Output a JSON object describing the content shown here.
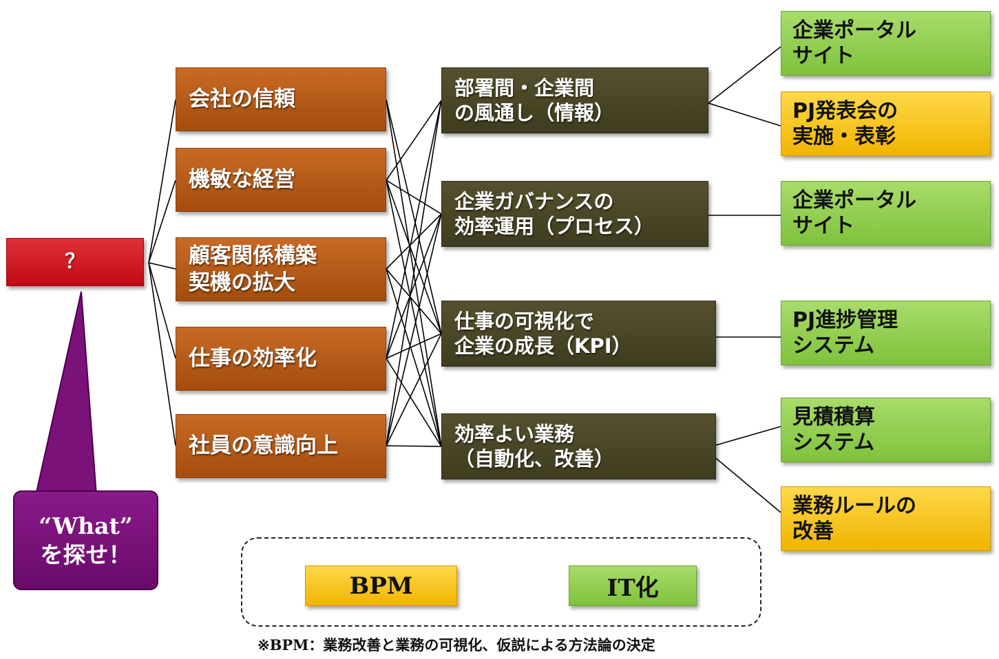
{
  "root": {
    "label": "？"
  },
  "callout": {
    "line1": "“What”",
    "line2": "を探せ！"
  },
  "purposes": [
    {
      "id": "p1",
      "label": "会社の信頼"
    },
    {
      "id": "p2",
      "label": "機敏な経営"
    },
    {
      "id": "p3",
      "label": "顧客関係構築\n契機の拡大"
    },
    {
      "id": "p4",
      "label": "仕事の効率化"
    },
    {
      "id": "p5",
      "label": "社員の意識向上"
    }
  ],
  "means": [
    {
      "id": "m1",
      "label": "部署間・企業間\nの風通し（情報）"
    },
    {
      "id": "m2",
      "label": "企業ガバナンスの\n効率運用（プロセス）"
    },
    {
      "id": "m3",
      "label": "仕事の可視化で\n企業の成長（KPI）"
    },
    {
      "id": "m4",
      "label": "効率よい業務\n（自動化、改善）"
    }
  ],
  "solutions": [
    {
      "id": "s1",
      "label": "企業ポータル\nサイト",
      "category": "IT化"
    },
    {
      "id": "s2",
      "label": "PJ発表会の\n実施・表彰",
      "category": "BPM"
    },
    {
      "id": "s3",
      "label": "企業ポータル\nサイト",
      "category": "IT化"
    },
    {
      "id": "s4",
      "label": "PJ進捗管理\nシステム",
      "category": "IT化"
    },
    {
      "id": "s5",
      "label": "見積積算\nシステム",
      "category": "IT化"
    },
    {
      "id": "s6",
      "label": "業務ルールの\n改善",
      "category": "BPM"
    }
  ],
  "links": {
    "purpose_to_means": [
      [
        "p1",
        "m3"
      ],
      [
        "p1",
        "m4"
      ],
      [
        "p2",
        "m1"
      ],
      [
        "p2",
        "m2"
      ],
      [
        "p2",
        "m3"
      ],
      [
        "p2",
        "m4"
      ],
      [
        "p3",
        "m2"
      ],
      [
        "p3",
        "m3"
      ],
      [
        "p3",
        "m4"
      ],
      [
        "p4",
        "m1"
      ],
      [
        "p4",
        "m2"
      ],
      [
        "p4",
        "m3"
      ],
      [
        "p4",
        "m4"
      ],
      [
        "p5",
        "m1"
      ],
      [
        "p5",
        "m2"
      ],
      [
        "p5",
        "m3"
      ],
      [
        "p5",
        "m4"
      ]
    ],
    "means_to_solutions": [
      [
        "m1",
        "s1"
      ],
      [
        "m1",
        "s2"
      ],
      [
        "m2",
        "s3"
      ],
      [
        "m3",
        "s4"
      ],
      [
        "m4",
        "s5"
      ],
      [
        "m4",
        "s6"
      ]
    ]
  },
  "legend": {
    "bpm_label": "BPM",
    "it_label": "IT化"
  },
  "footnote": "※BPM：業務改善と業務の可視化、仮説による方法論の決定",
  "colors": {
    "root": "#d01820",
    "purpose": "#b5581a",
    "means": "#4a4628",
    "it": "#92cf50",
    "bpm": "#f8c400",
    "callout": "#7a127a"
  }
}
